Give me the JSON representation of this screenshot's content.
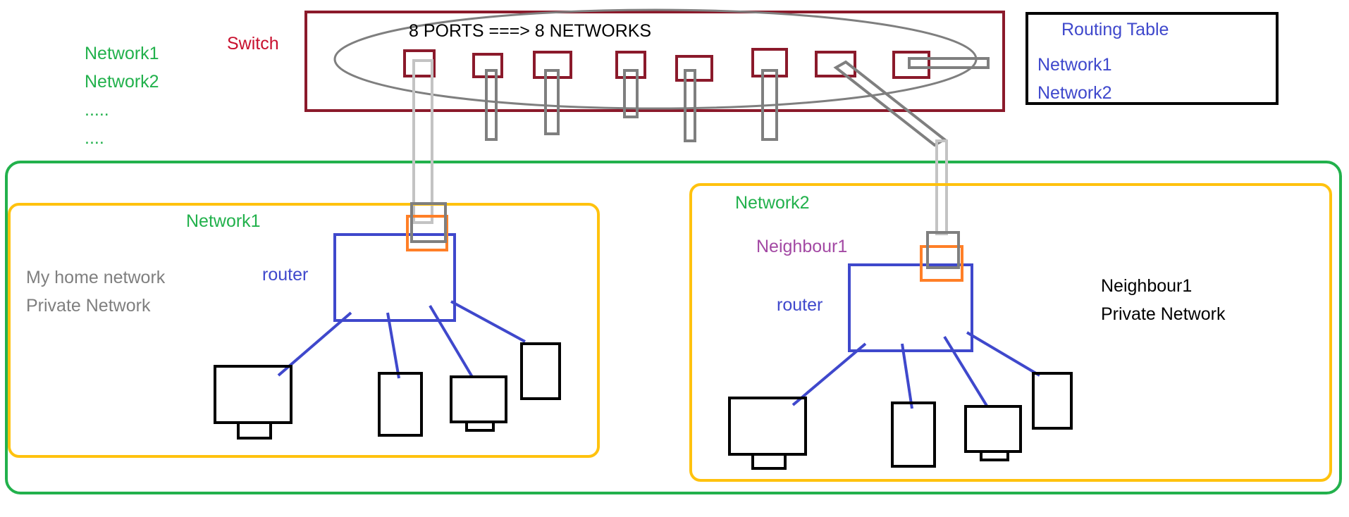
{
  "colors": {
    "green": "#22b14c",
    "red": "#c8102e",
    "maroon": "#8b1a2b",
    "yellow": "#ffc20e",
    "blue": "#3f48cc",
    "orange": "#ff7f27",
    "gray": "#7f7f7f",
    "light_gray": "#c3c3c3",
    "purple": "#a349a4",
    "black": "#000000"
  },
  "legend": {
    "items": [
      "Network1",
      "Network2",
      ".....",
      "...."
    ]
  },
  "switch": {
    "label": "Switch",
    "ports_label": "8 PORTS ===> 8 NETWORKS"
  },
  "routing_table": {
    "title": "Routing Table",
    "entries": [
      "Network1",
      "Network2"
    ]
  },
  "network1": {
    "name": "Network1",
    "router_label": "router",
    "description": [
      "My home network",
      "Private Network"
    ]
  },
  "network2": {
    "name": "Network2",
    "owner": "Neighbour1",
    "router_label": "router",
    "description": [
      "Neighbour1",
      "Private Network"
    ]
  }
}
